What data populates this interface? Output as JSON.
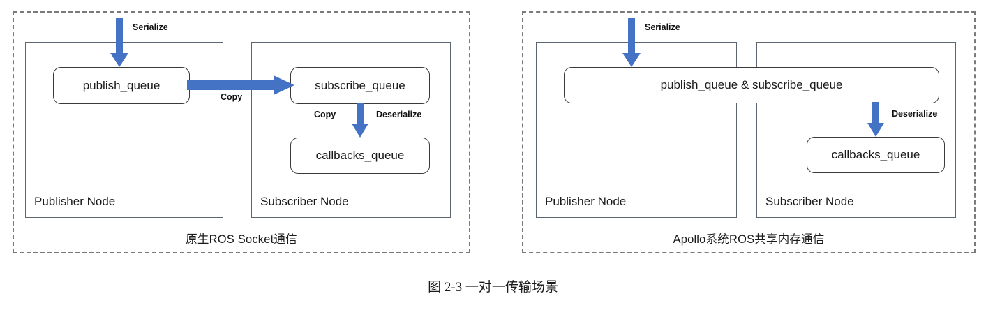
{
  "figure": {
    "caption": "图 2-3  一对一传输场景",
    "arrow_color": "#4472C4",
    "panel_border_color": "#7a7a7a",
    "node_border_color": "#5c6670",
    "queue_border_color": "#3a3a3a",
    "background": "#ffffff"
  },
  "panels": [
    {
      "id": "native-ros-socket",
      "caption": "原生ROS Socket通信",
      "nodes": [
        {
          "id": "publisher",
          "label": "Publisher Node"
        },
        {
          "id": "subscriber",
          "label": "Subscriber Node"
        }
      ],
      "queues": [
        {
          "id": "publish-queue",
          "label": "publish_queue"
        },
        {
          "id": "subscribe-queue",
          "label": "subscribe_queue"
        },
        {
          "id": "callbacks-queue",
          "label": "callbacks_queue"
        }
      ],
      "edges": [
        {
          "id": "serialize",
          "label": "Serialize",
          "direction": "down",
          "from": "external",
          "to": "publish_queue"
        },
        {
          "id": "copy-across",
          "label": "Copy",
          "direction": "right",
          "from": "publish_queue",
          "to": "subscribe_queue"
        },
        {
          "id": "copy-down",
          "label": "Copy",
          "direction": "down",
          "from": "subscribe_queue",
          "to": "callbacks_queue"
        },
        {
          "id": "deserialize",
          "label": "Deserialize",
          "direction": "down",
          "from": "subscribe_queue",
          "to": "callbacks_queue"
        }
      ]
    },
    {
      "id": "apollo-shared-memory",
      "caption": "Apollo系统ROS共享内存通信",
      "nodes": [
        {
          "id": "publisher",
          "label": "Publisher Node"
        },
        {
          "id": "subscriber",
          "label": "Subscriber Node"
        }
      ],
      "queues": [
        {
          "id": "shared-queue",
          "label": "publish_queue & subscribe_queue"
        },
        {
          "id": "callbacks-queue",
          "label": "callbacks_queue"
        }
      ],
      "edges": [
        {
          "id": "serialize",
          "label": "Serialize",
          "direction": "down",
          "from": "external",
          "to": "shared_queue"
        },
        {
          "id": "deserialize",
          "label": "Deserialize",
          "direction": "down",
          "from": "shared_queue",
          "to": "callbacks_queue"
        }
      ]
    }
  ]
}
